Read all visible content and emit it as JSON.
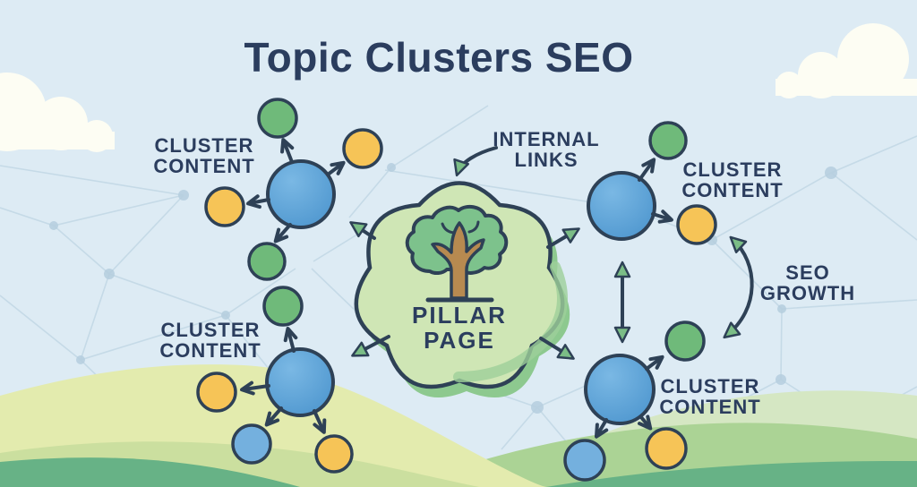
{
  "title": "Topic Clusters SEO",
  "pillar": {
    "line1": "PILLAR",
    "line2": "PAGE",
    "icon": "tree-icon"
  },
  "labels": {
    "cluster_top_left": {
      "line1": "CLUSTER",
      "line2": "CONTENT"
    },
    "cluster_top_right": {
      "line1": "CLUSTER",
      "line2": "CONTENT"
    },
    "cluster_bottom_left": {
      "line1": "CLUSTER",
      "line2": "CONTENT"
    },
    "cluster_bottom_right": {
      "line1": "CLUSTER",
      "line2": "CONTENT"
    },
    "internal_links": {
      "line1": "INTERNAL",
      "line2": "LINKS"
    },
    "seo_growth": {
      "line1": "SEO",
      "line2": "GROWTH"
    }
  },
  "clusters": [
    {
      "id": "top-left",
      "hub": "blue",
      "satellites": [
        "green",
        "yellow",
        "yellow",
        "green"
      ]
    },
    {
      "id": "top-right",
      "hub": "blue",
      "satellites": [
        "green",
        "yellow"
      ]
    },
    {
      "id": "bottom-left",
      "hub": "blue",
      "satellites": [
        "green",
        "yellow",
        "blue",
        "yellow"
      ]
    },
    {
      "id": "bottom-right",
      "hub": "blue",
      "satellites": [
        "green",
        "blue",
        "yellow"
      ]
    }
  ],
  "colors": {
    "title_text": "#2b3d5e",
    "outline": "#2e4156",
    "sky": "#ddebf4",
    "cloud": "#fdfdf3",
    "mesh": "#b5cede",
    "hub_blue_light": "#7ab8e4",
    "hub_blue_deep": "#4f97cf",
    "satellite_green": "#6fba7a",
    "satellite_yellow": "#f6c457",
    "satellite_blue": "#74b0de",
    "pillar_fill": "#cfe6b5",
    "pillar_shadow": "#8dc98f",
    "pillar_inner_shade": "#9ed09a",
    "tree_canopy": "#7dc28c",
    "tree_trunk": "#b78a50",
    "arrowhead_green": "#7bbd86",
    "hill_warm": "#e3ebae",
    "hill_warm_band": "#cbdf9f",
    "hill_cool_light": "#d5e7c3",
    "hill_medium": "#abd395",
    "hill_dark": "#67b286"
  }
}
